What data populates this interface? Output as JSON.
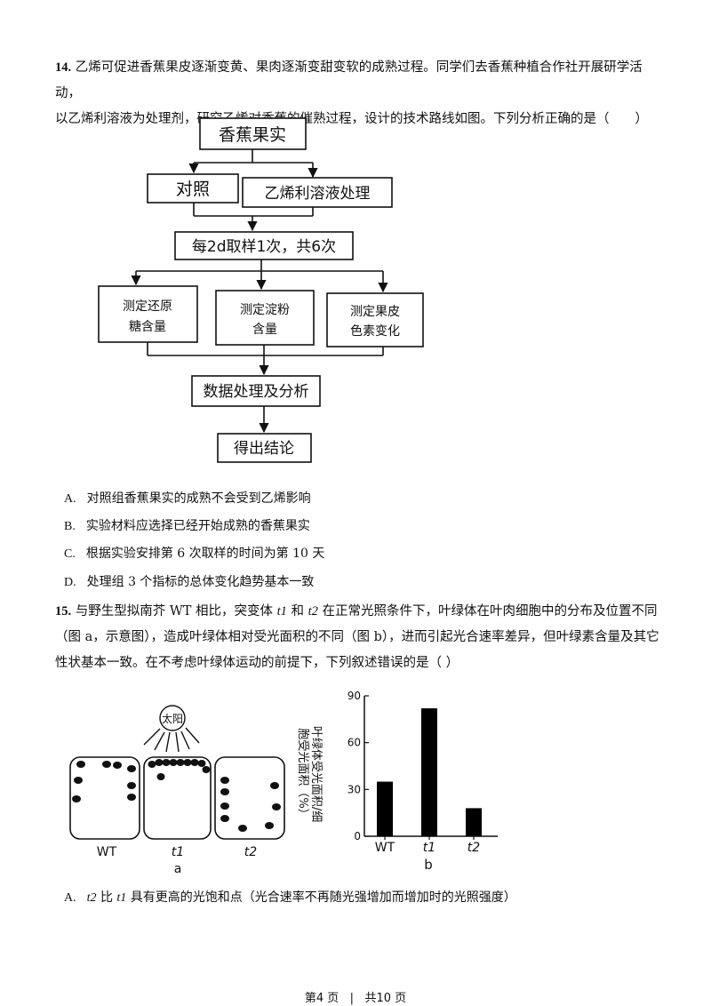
{
  "q14": {
    "number": "14.",
    "stem_line1": "乙烯可促进香蕉果皮逐渐变黄、果肉逐渐变甜变软的成熟过程。同学们去香蕉种植合作社开展研学活动，",
    "stem_line2": "以乙烯利溶液为处理剂，研究乙烯对香蕉的催熟过程，设计的技术路线如图。下列分析正确的是（　　）",
    "flow": {
      "root": "香蕉果实",
      "control": "对照",
      "treatment": "乙烯利溶液处理",
      "sampling": "每2d取样1次，共6次",
      "m1_l1": "测定还原",
      "m1_l2": "糖含量",
      "m2_l1": "测定淀粉",
      "m2_l2": "含量",
      "m3_l1": "测定果皮",
      "m3_l2": "色素变化",
      "analysis": "数据处理及分析",
      "conclusion": "得出结论"
    },
    "options": [
      {
        "letter": "A.",
        "text": "对照组香蕉果实的成熟不会受到乙烯影响"
      },
      {
        "letter": "B.",
        "text": "实验材料应选择已经开始成熟的香蕉果实"
      },
      {
        "letter": "C.",
        "text": "根据实验安排第 6 次取样的时间为第 10 天"
      },
      {
        "letter": "D.",
        "text": "处理组 3 个指标的总体变化趋势基本一致"
      }
    ]
  },
  "q15": {
    "number": "15.",
    "l1_a": "与野生型拟南芥 WT 相比，突变体 ",
    "l1_t1": "t1",
    "l1_b": " 和 ",
    "l1_t2": "t2",
    "l1_c": " 在正常光照条件下，叶绿体在叶肉细胞中的分布及位置不同",
    "line2": "（图 a，示意图），造成叶绿体相对受光面积的不同（图 b），进而引起光合速率差异，但叶绿素含量及其它",
    "line3": "性状基本一致。在不考虑叶绿体运动的前提下，下列叙述错误的是（ ）",
    "fig_a": {
      "sun_label": "太阳",
      "cell_labels": [
        "WT",
        "t1",
        "t2"
      ],
      "caption": "a"
    },
    "fig_b": {
      "caption": "b",
      "ylabel_l1": "叶绿体受光面积/细",
      "ylabel_l2": "胞受光面积（%）"
    },
    "option_a": {
      "letter": "A.",
      "t2": "t2",
      "mid": " 比 ",
      "t1": "t1",
      "rest": " 具有更高的光饱和点（光合速率不再随光强增加而增加时的光照强度）"
    }
  },
  "chart_data": {
    "type": "bar",
    "categories": [
      "WT",
      "t1",
      "t2"
    ],
    "values": [
      35,
      82,
      18
    ],
    "xlabel": "",
    "ylabel": "叶绿体受光面积/细胞受光面积（%）",
    "ylim": [
      0,
      90
    ],
    "yticks": [
      0,
      30,
      60,
      90
    ],
    "grid": false,
    "bar_color": "#000000"
  },
  "footer": {
    "page": "第4 页",
    "sep": "|",
    "total": "共10 页"
  }
}
